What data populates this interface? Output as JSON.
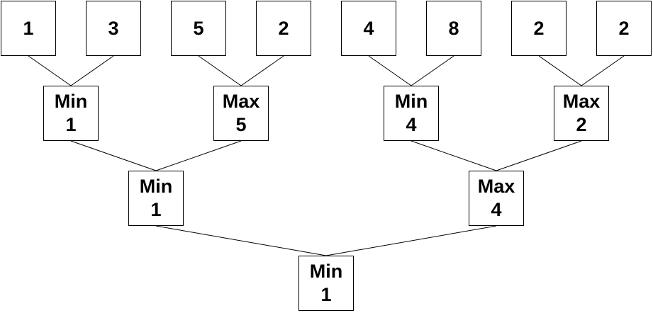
{
  "tree": {
    "leaves": [
      {
        "id": "leaf-1",
        "value": "1"
      },
      {
        "id": "leaf-2",
        "value": "3"
      },
      {
        "id": "leaf-3",
        "value": "5"
      },
      {
        "id": "leaf-4",
        "value": "2"
      },
      {
        "id": "leaf-5",
        "value": "4"
      },
      {
        "id": "leaf-6",
        "value": "8"
      },
      {
        "id": "leaf-7",
        "value": "2"
      },
      {
        "id": "leaf-8",
        "value": "2"
      }
    ],
    "level1": [
      {
        "id": "l1-a",
        "op": "Min",
        "value": "1",
        "children": [
          "leaf-1",
          "leaf-2"
        ]
      },
      {
        "id": "l1-b",
        "op": "Max",
        "value": "5",
        "children": [
          "leaf-3",
          "leaf-4"
        ]
      },
      {
        "id": "l1-c",
        "op": "Min",
        "value": "4",
        "children": [
          "leaf-5",
          "leaf-6"
        ]
      },
      {
        "id": "l1-d",
        "op": "Max",
        "value": "2",
        "children": [
          "leaf-7",
          "leaf-8"
        ]
      }
    ],
    "level2": [
      {
        "id": "l2-a",
        "op": "Min",
        "value": "1",
        "children": [
          "l1-a",
          "l1-b"
        ]
      },
      {
        "id": "l2-b",
        "op": "Max",
        "value": "4",
        "children": [
          "l1-c",
          "l1-d"
        ]
      }
    ],
    "root": {
      "id": "root",
      "op": "Min",
      "value": "1",
      "children": [
        "l2-a",
        "l2-b"
      ]
    }
  }
}
